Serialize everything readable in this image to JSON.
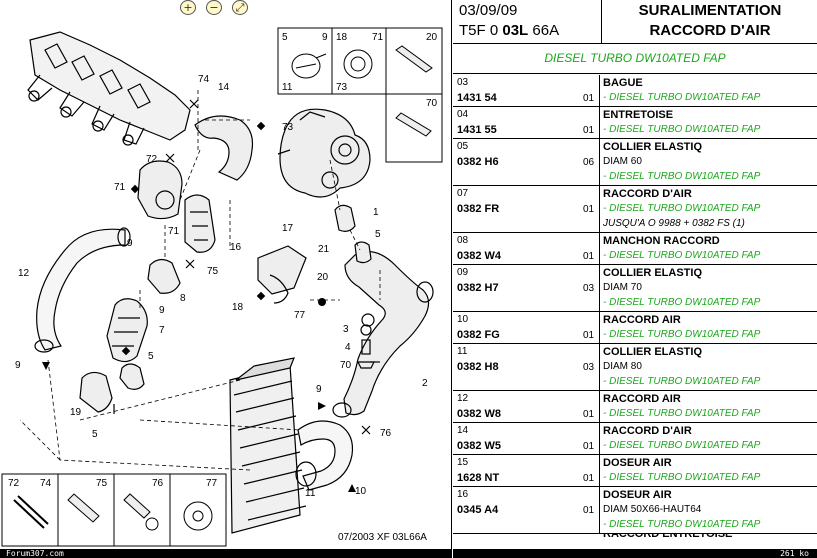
{
  "toolbar": {
    "zoom_in_label": "+",
    "zoom_out_label": "−",
    "zoom_fit_label": "⤢",
    "icons": [
      "zoom-in-icon",
      "zoom-out-icon",
      "zoom-fit-icon"
    ]
  },
  "diagram": {
    "callouts": [
      "74",
      "14",
      "73",
      "72",
      "71",
      "9",
      "71",
      "16",
      "75",
      "17",
      "21",
      "12",
      "8",
      "20",
      "77",
      "18",
      "1",
      "5",
      "9",
      "7",
      "5",
      "19",
      "3",
      "4",
      "70",
      "5",
      "9",
      "2",
      "76",
      "10",
      "11",
      "1"
    ],
    "inset_top": {
      "box1": [
        "5",
        "9",
        "11"
      ],
      "box2": [
        "18",
        "71",
        "73"
      ],
      "box3": [
        "20"
      ],
      "box4": [
        "70"
      ]
    },
    "inset_bottom": [
      "72",
      "74",
      "75",
      "76",
      "77"
    ],
    "caption": "07/2003 XF 03L66A"
  },
  "footer": {
    "site": "Forum307.com",
    "size": "261 ko"
  },
  "header": {
    "date": "03/09/09",
    "code_prefix": "T5F 0 ",
    "code_bold": "03L",
    "code_suffix": " 66A",
    "title_line1": "SURALIMENTATION",
    "title_line2": "RACCORD D'AIR",
    "subtitle": "DIESEL TURBO DW10ATED FAP"
  },
  "parts": [
    {
      "idx": "03",
      "ref": "1431 54",
      "qty": "01",
      "name": "BAGUE",
      "lines": [
        {
          "t": "- DIESEL TURBO DW10ATED FAP",
          "c": "green"
        }
      ]
    },
    {
      "idx": "04",
      "ref": "1431 55",
      "qty": "01",
      "name": "ENTRETOISE",
      "lines": [
        {
          "t": "- DIESEL TURBO DW10ATED FAP",
          "c": "green"
        }
      ]
    },
    {
      "idx": "05",
      "ref": "0382 H6",
      "qty": "06",
      "name": "COLLIER ELASTIQ",
      "lines": [
        {
          "t": "DIAM 60",
          "c": "plain"
        },
        {
          "t": "- DIESEL TURBO DW10ATED FAP",
          "c": "green"
        }
      ]
    },
    {
      "idx": "07",
      "ref": "0382 FR",
      "qty": "01",
      "name": "RACCORD D'AIR",
      "lines": [
        {
          "t": "- DIESEL TURBO DW10ATED FAP",
          "c": "green"
        },
        {
          "t": "JUSQU'A O 9988 + 0382 FS (1)",
          "c": "note"
        }
      ]
    },
    {
      "idx": "08",
      "ref": "0382 W4",
      "qty": "01",
      "name": "MANCHON RACCORD",
      "lines": [
        {
          "t": "- DIESEL TURBO DW10ATED FAP",
          "c": "green"
        }
      ]
    },
    {
      "idx": "09",
      "ref": "0382 H7",
      "qty": "03",
      "name": "COLLIER ELASTIQ",
      "lines": [
        {
          "t": "DIAM 70",
          "c": "plain"
        },
        {
          "t": "- DIESEL TURBO DW10ATED FAP",
          "c": "green"
        }
      ]
    },
    {
      "idx": "10",
      "ref": "0382 FG",
      "qty": "01",
      "name": "RACCORD AIR",
      "lines": [
        {
          "t": "- DIESEL TURBO DW10ATED FAP",
          "c": "green"
        }
      ]
    },
    {
      "idx": "11",
      "ref": "0382 H8",
      "qty": "03",
      "name": "COLLIER ELASTIQ",
      "lines": [
        {
          "t": "DIAM 80",
          "c": "plain"
        },
        {
          "t": "- DIESEL TURBO DW10ATED FAP",
          "c": "green"
        }
      ]
    },
    {
      "idx": "12",
      "ref": "0382 W8",
      "qty": "01",
      "name": "RACCORD AIR",
      "lines": [
        {
          "t": "- DIESEL TURBO DW10ATED FAP",
          "c": "green"
        }
      ]
    },
    {
      "idx": "14",
      "ref": "0382 W5",
      "qty": "01",
      "name": "RACCORD D'AIR",
      "lines": [
        {
          "t": "- DIESEL TURBO DW10ATED FAP",
          "c": "green"
        }
      ]
    },
    {
      "idx": "15",
      "ref": "1628 NT",
      "qty": "01",
      "name": "DOSEUR AIR",
      "lines": [
        {
          "t": "- DIESEL TURBO DW10ATED FAP",
          "c": "green"
        }
      ]
    },
    {
      "idx": "16",
      "ref": "0345 A4",
      "qty": "01",
      "name": "DOSEUR AIR",
      "lines": [
        {
          "t": "DIAM 50X66-HAUT64",
          "c": "plain"
        },
        {
          "t": "- DIESEL TURBO DW10ATED FAP",
          "c": "green"
        }
      ]
    }
  ],
  "next_row_name": "RACCORD ENTRETOISE"
}
